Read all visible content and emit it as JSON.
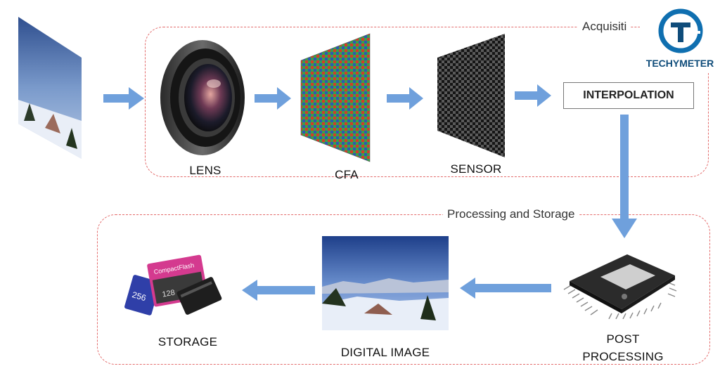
{
  "groups": {
    "acquisition": "Acquisiti",
    "processing": "Processing and Storage"
  },
  "labels": {
    "lens": "LENS",
    "cfa": "CFA",
    "sensor": "SENSOR",
    "interpolation": "INTERPOLATION",
    "post_line1": "POST",
    "post_line2": "PROCESSING",
    "digital_image": "DIGITAL IMAGE",
    "storage": "STORAGE"
  },
  "cards": {
    "compactflash": "CompactFlash",
    "sd_capacity": "256",
    "cf_capacity": "128"
  },
  "logo": {
    "name": "TECHYMETER"
  },
  "colors": {
    "arrow": "#6fa0dc",
    "dashed": "#e36b6b",
    "logo": "#0f6fb0"
  }
}
